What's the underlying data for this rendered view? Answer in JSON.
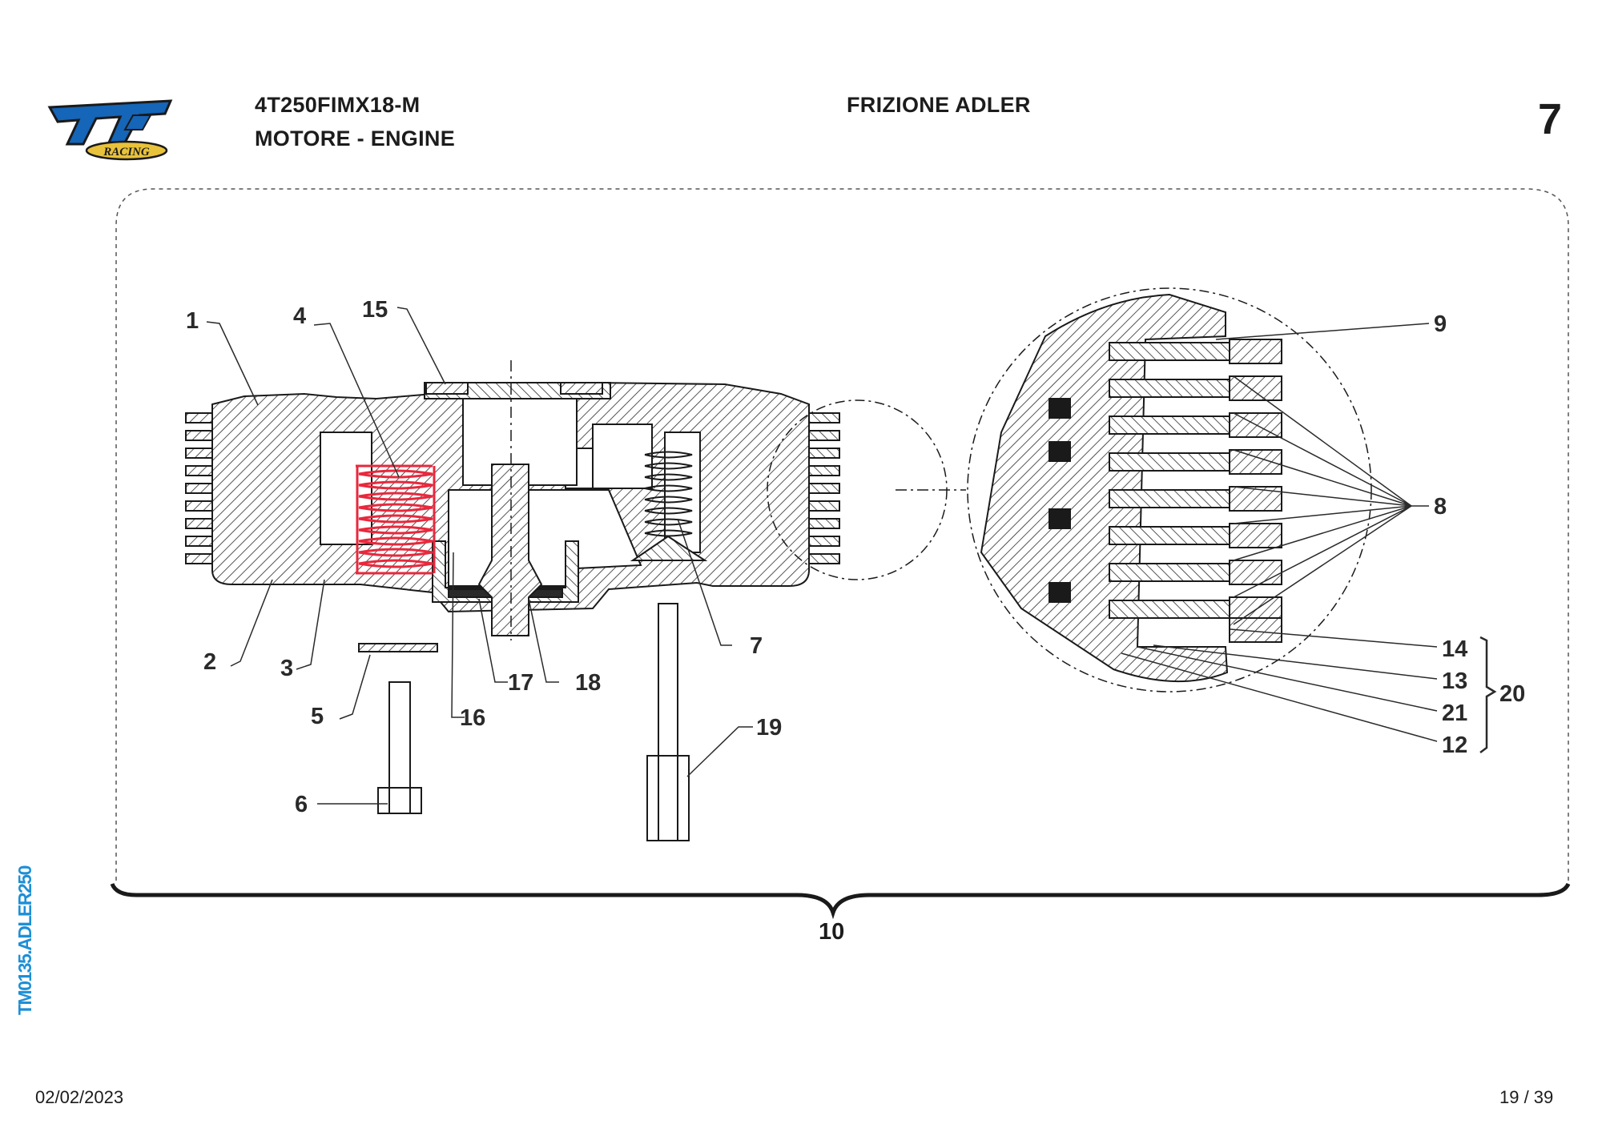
{
  "header": {
    "model_code": "4T250FIMX18-M",
    "subtitle": "MOTORE - ENGINE",
    "title": "FRIZIONE ADLER",
    "section_number": "7"
  },
  "logo": {
    "brand": "tm",
    "tagline": "RACING",
    "colors": {
      "primary": "#1565b8",
      "secondary": "#e8c23a",
      "outline": "#1a1a1a"
    }
  },
  "diagram": {
    "callouts": [
      "1",
      "2",
      "3",
      "4",
      "5",
      "6",
      "7",
      "8",
      "9",
      "10",
      "12",
      "13",
      "14",
      "15",
      "16",
      "17",
      "18",
      "19",
      "20",
      "21"
    ],
    "group_label": "10",
    "highlight_color": "#e8283c"
  },
  "sidebar": {
    "code": "TM0135.ADLER250",
    "color": "#1d8fd6"
  },
  "footer": {
    "date": "02/02/2023",
    "page": "19 / 39"
  }
}
